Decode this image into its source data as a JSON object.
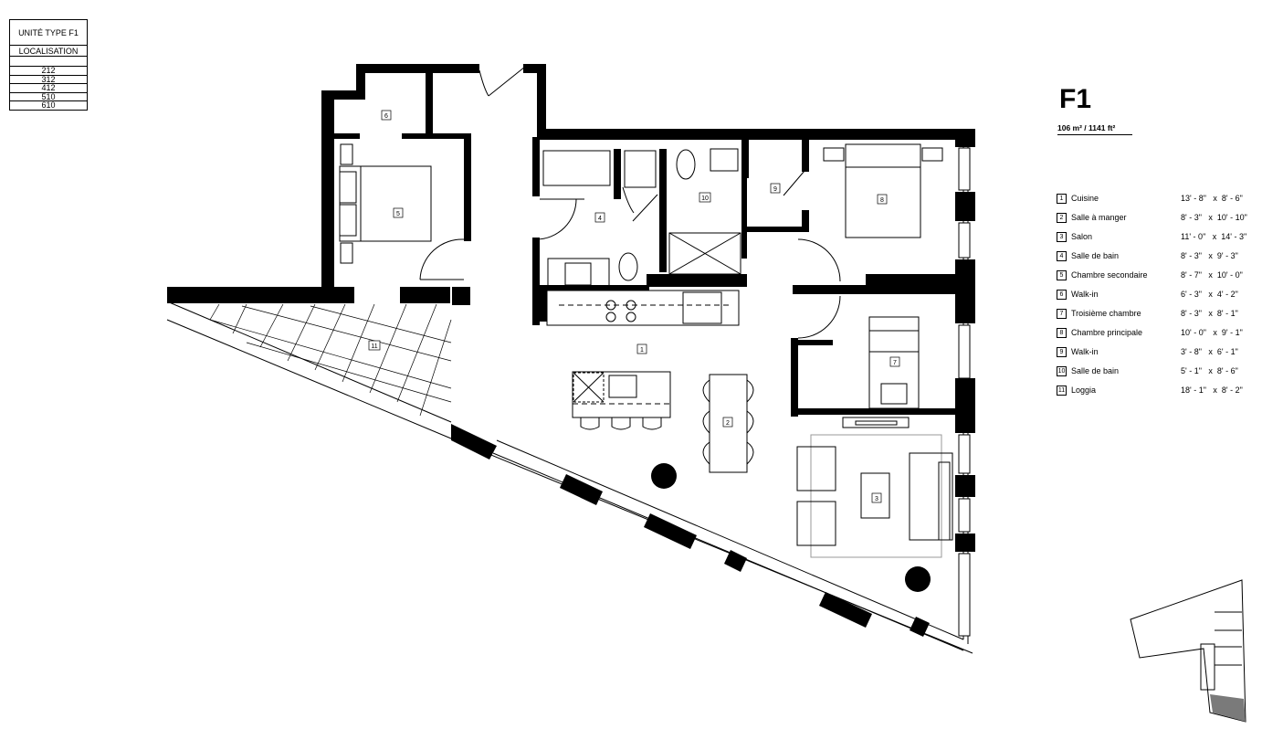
{
  "location_table": {
    "title": "UNITÉ TYPE F1",
    "header": "LOCALISATION",
    "units": [
      "212",
      "312",
      "412",
      "510",
      "610"
    ]
  },
  "unit": {
    "name": "F1",
    "area": "106 m² / 1141 ft²"
  },
  "rooms": [
    {
      "num": "1",
      "name": "Cuisine",
      "dims": "13' - 8\"   x  8' - 6\""
    },
    {
      "num": "2",
      "name": "Salle à manger",
      "dims": "8' - 3\"   x  10' - 10\""
    },
    {
      "num": "3",
      "name": "Salon",
      "dims": "11' - 0\"   x  14' - 3\""
    },
    {
      "num": "4",
      "name": "Salle de bain",
      "dims": "8' - 3\"   x  9' - 3\""
    },
    {
      "num": "5",
      "name": "Chambre secondaire",
      "dims": "8' - 7\"   x  10' - 0\""
    },
    {
      "num": "6",
      "name": "Walk-in",
      "dims": "6' - 3\"   x  4' - 2\""
    },
    {
      "num": "7",
      "name": "Troisième chambre",
      "dims": "8' - 3\"   x  8' - 1\""
    },
    {
      "num": "8",
      "name": "Chambre principale",
      "dims": "10' - 0\"   x  9' - 1\""
    },
    {
      "num": "9",
      "name": "Walk-in",
      "dims": "3' - 8\"   x  6' - 1\""
    },
    {
      "num": "10",
      "name": "Salle de bain",
      "dims": "5' - 1\"   x  8' - 6\""
    },
    {
      "num": "11",
      "name": "Loggia",
      "dims": "18' - 1\"   x  8' - 2\""
    }
  ],
  "plan_tags": {
    "r1": "1",
    "r2": "2",
    "r3": "3",
    "r4": "4",
    "r5": "5",
    "r6": "6",
    "r7": "7",
    "r8": "8",
    "r9": "9",
    "r10": "10",
    "r11": "11"
  },
  "colors": {
    "wall": "#000000",
    "key_plan_highlight": "#7a7a7a"
  }
}
